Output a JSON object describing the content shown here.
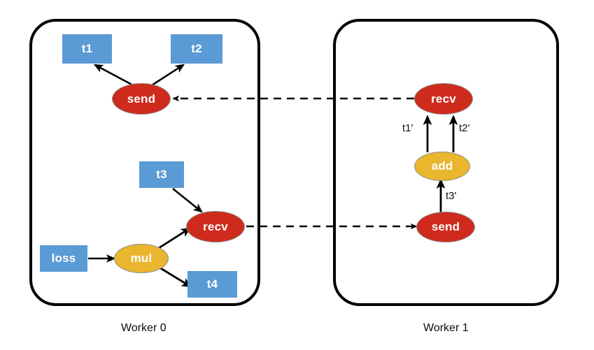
{
  "diagram": {
    "title": "Distributed autograd send/recv graph across two workers",
    "background_color": "#ffffff",
    "colors": {
      "tensor_box": "#5B9BD5",
      "comm_node": "#CE2B1C",
      "op_node": "#E9B62E",
      "container_border": "#000000",
      "edge": "#000000",
      "label_text": "#101010",
      "node_text": "#ffffff"
    }
  },
  "workers": [
    {
      "id": "worker0",
      "caption": "Worker 0",
      "nodes": [
        {
          "id": "w0-t1",
          "label": "t1",
          "shape": "rect",
          "color": "#5B9BD5"
        },
        {
          "id": "w0-t2",
          "label": "t2",
          "shape": "rect",
          "color": "#5B9BD5"
        },
        {
          "id": "w0-send",
          "label": "send",
          "shape": "ellipse",
          "color": "#CE2B1C"
        },
        {
          "id": "w0-t3",
          "label": "t3",
          "shape": "rect",
          "color": "#5B9BD5"
        },
        {
          "id": "w0-recv",
          "label": "recv",
          "shape": "ellipse",
          "color": "#CE2B1C"
        },
        {
          "id": "w0-loss",
          "label": "loss",
          "shape": "rect",
          "color": "#5B9BD5"
        },
        {
          "id": "w0-mul",
          "label": "mul",
          "shape": "ellipse",
          "color": "#E9B62E"
        },
        {
          "id": "w0-t4",
          "label": "t4",
          "shape": "rect",
          "color": "#5B9BD5"
        }
      ],
      "edges": [
        {
          "from": "w0-send",
          "to": "w0-t1",
          "style": "solid",
          "label": ""
        },
        {
          "from": "w0-send",
          "to": "w0-t2",
          "style": "solid",
          "label": ""
        },
        {
          "from": "w0-t3",
          "to": "w0-recv",
          "style": "solid",
          "label": ""
        },
        {
          "from": "w0-loss",
          "to": "w0-mul",
          "style": "solid",
          "label": ""
        },
        {
          "from": "w0-mul",
          "to": "w0-recv",
          "style": "solid",
          "label": ""
        },
        {
          "from": "w0-mul",
          "to": "w0-t4",
          "style": "solid",
          "label": ""
        }
      ]
    },
    {
      "id": "worker1",
      "caption": "Worker 1",
      "nodes": [
        {
          "id": "w1-recv",
          "label": "recv",
          "shape": "ellipse",
          "color": "#CE2B1C"
        },
        {
          "id": "w1-add",
          "label": "add",
          "shape": "ellipse",
          "color": "#E9B62E"
        },
        {
          "id": "w1-send",
          "label": "send",
          "shape": "ellipse",
          "color": "#CE2B1C"
        }
      ],
      "edges": [
        {
          "from": "w1-add",
          "to": "w1-recv",
          "style": "solid",
          "label": "t1'"
        },
        {
          "from": "w1-add",
          "to": "w1-recv",
          "style": "solid",
          "label": "t2'"
        },
        {
          "from": "w1-send",
          "to": "w1-add",
          "style": "solid",
          "label": "t3'"
        }
      ]
    }
  ],
  "cross_worker_edges": [
    {
      "from": "w1-recv",
      "to": "w0-send",
      "style": "dashed",
      "label": ""
    },
    {
      "from": "w0-recv",
      "to": "w1-send",
      "style": "dashed",
      "label": ""
    }
  ],
  "labels": {
    "t1_prime": "t1'",
    "t2_prime": "t2'",
    "t3_prime": "t3'"
  },
  "nodes_text": {
    "w0_t1": "t1",
    "w0_t2": "t2",
    "w0_send": "send",
    "w0_t3": "t3",
    "w0_recv": "recv",
    "w0_loss": "loss",
    "w0_mul": "mul",
    "w0_t4": "t4",
    "w1_recv": "recv",
    "w1_add": "add",
    "w1_send": "send"
  },
  "captions": {
    "worker0": "Worker 0",
    "worker1": "Worker 1"
  }
}
